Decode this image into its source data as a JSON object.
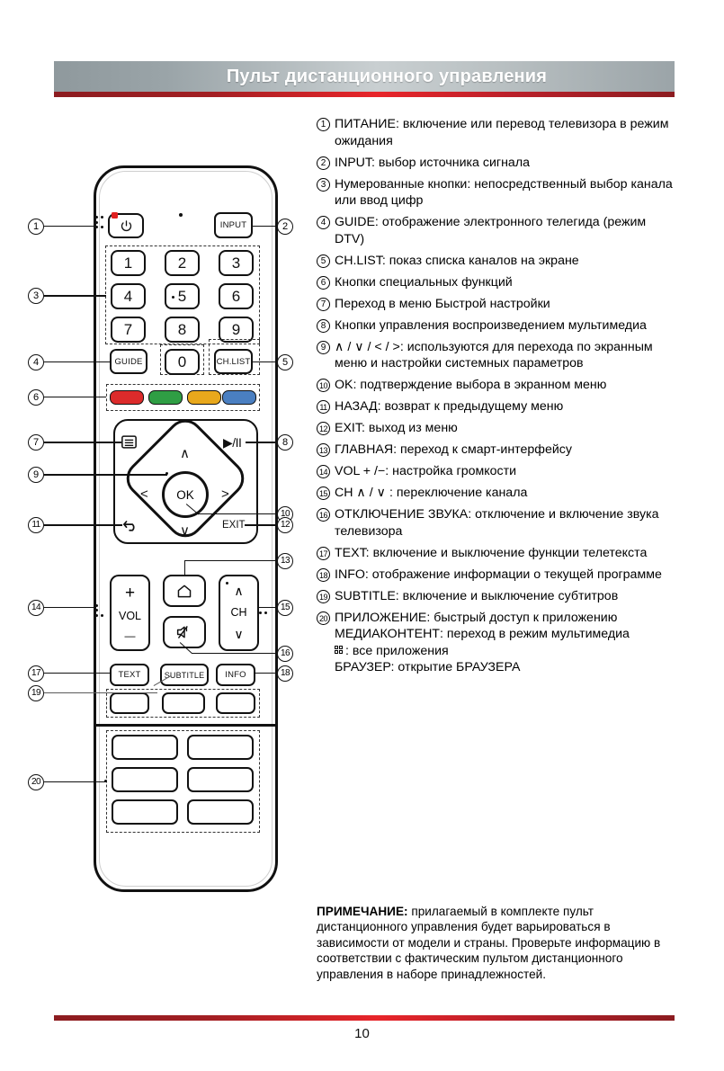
{
  "header": {
    "title": "Пульт дистанционного управления"
  },
  "footer": {
    "page_number": "10"
  },
  "legend": [
    {
      "n": "1",
      "text": "ПИТАНИЕ: включение или перевод телевизора в режим ожидания"
    },
    {
      "n": "2",
      "text": "INPUT: выбор источника сигнала"
    },
    {
      "n": "3",
      "text": "Нумерованные кнопки: непосредственный выбор канала или ввод цифр"
    },
    {
      "n": "4",
      "text": "GUIDE: отображение электронного телегида (режим DTV)"
    },
    {
      "n": "5",
      "text": "CH.LIST: показ списка каналов на экране"
    },
    {
      "n": "6",
      "text": "Кнопки специальных функций"
    },
    {
      "n": "7",
      "text": "Переход в меню Быстрой настройки"
    },
    {
      "n": "8",
      "text": "Кнопки управления воспроизведением мультимедиа"
    },
    {
      "n": "9",
      "text": "∧ / ∨ / < / >: используются для перехода по экранным меню и настройки системных параметров"
    },
    {
      "n": "10",
      "text": "OK: подтверждение выбора в экранном меню"
    },
    {
      "n": "11",
      "text": "НАЗАД: возврат к предыдущему меню"
    },
    {
      "n": "12",
      "text": "EXIT: выход из меню"
    },
    {
      "n": "13",
      "text": "ГЛАВНАЯ: переход к смарт-интерфейсу"
    },
    {
      "n": "14",
      "text": "VOL + /−: настройка громкости"
    },
    {
      "n": "15",
      "text": "CH ∧ / ∨ : переключение канала"
    },
    {
      "n": "16",
      "text": "ОТКЛЮЧЕНИЕ ЗВУКА: отключение и включение звука телевизора"
    },
    {
      "n": "17",
      "text": "TEXT: включение и выключение функции телетекста"
    },
    {
      "n": "18",
      "text": "INFO: отображение информации о текущей программе"
    },
    {
      "n": "19",
      "text": "SUBTITLE: включение и выключение субтитров"
    }
  ],
  "legend20": {
    "n": "20",
    "line1": "ПРИЛОЖЕНИЕ: быстрый доступ к приложению",
    "line2": "МЕДИАКОНТЕНТ: переход в режим мультимедиа",
    "line3": ": все приложения",
    "line4": "БРАУЗЕР: открытие БРАУЗЕРА"
  },
  "note": {
    "label": "ПРИМЕЧАНИЕ:",
    "body": " прилагаемый в комплекте пульт дистанционного управления будет варьироваться в зависимости от модели и страны. Проверьте информацию в соответствии с фактическим пультом дистанционного управления в наборе принадлежностей."
  },
  "remote": {
    "buttons": {
      "input": "INPUT",
      "guide": "GUIDE",
      "zero": "0",
      "chlist": "CH.LIST",
      "ok": "OK",
      "exit": "EXIT",
      "vol": "VOL",
      "vol_plus": "+",
      "vol_minus": "—",
      "ch": "CH",
      "text": "TEXT",
      "subtitle": "SUBTITLE",
      "info": "INFO",
      "playpause": "▶/II",
      "up": "∧",
      "down": "∨",
      "left": "<",
      "right": ">",
      "ch_up": "∧",
      "ch_down": "∨"
    },
    "numbers": [
      "1",
      "2",
      "3",
      "4",
      "5",
      "6",
      "7",
      "8",
      "9"
    ],
    "color_keys": [
      {
        "name": "red",
        "hex": "#dc2b2b"
      },
      {
        "name": "green",
        "hex": "#2f9e44"
      },
      {
        "name": "yellow",
        "hex": "#e8a81c"
      },
      {
        "name": "blue",
        "hex": "#4a7fc1"
      }
    ],
    "callouts_left": [
      "1",
      "3",
      "4",
      "6",
      "7",
      "9",
      "11",
      "14",
      "17",
      "19",
      "20"
    ],
    "callouts_right": [
      "2",
      "5",
      "8",
      "10",
      "12",
      "13",
      "15",
      "16",
      "18"
    ]
  }
}
